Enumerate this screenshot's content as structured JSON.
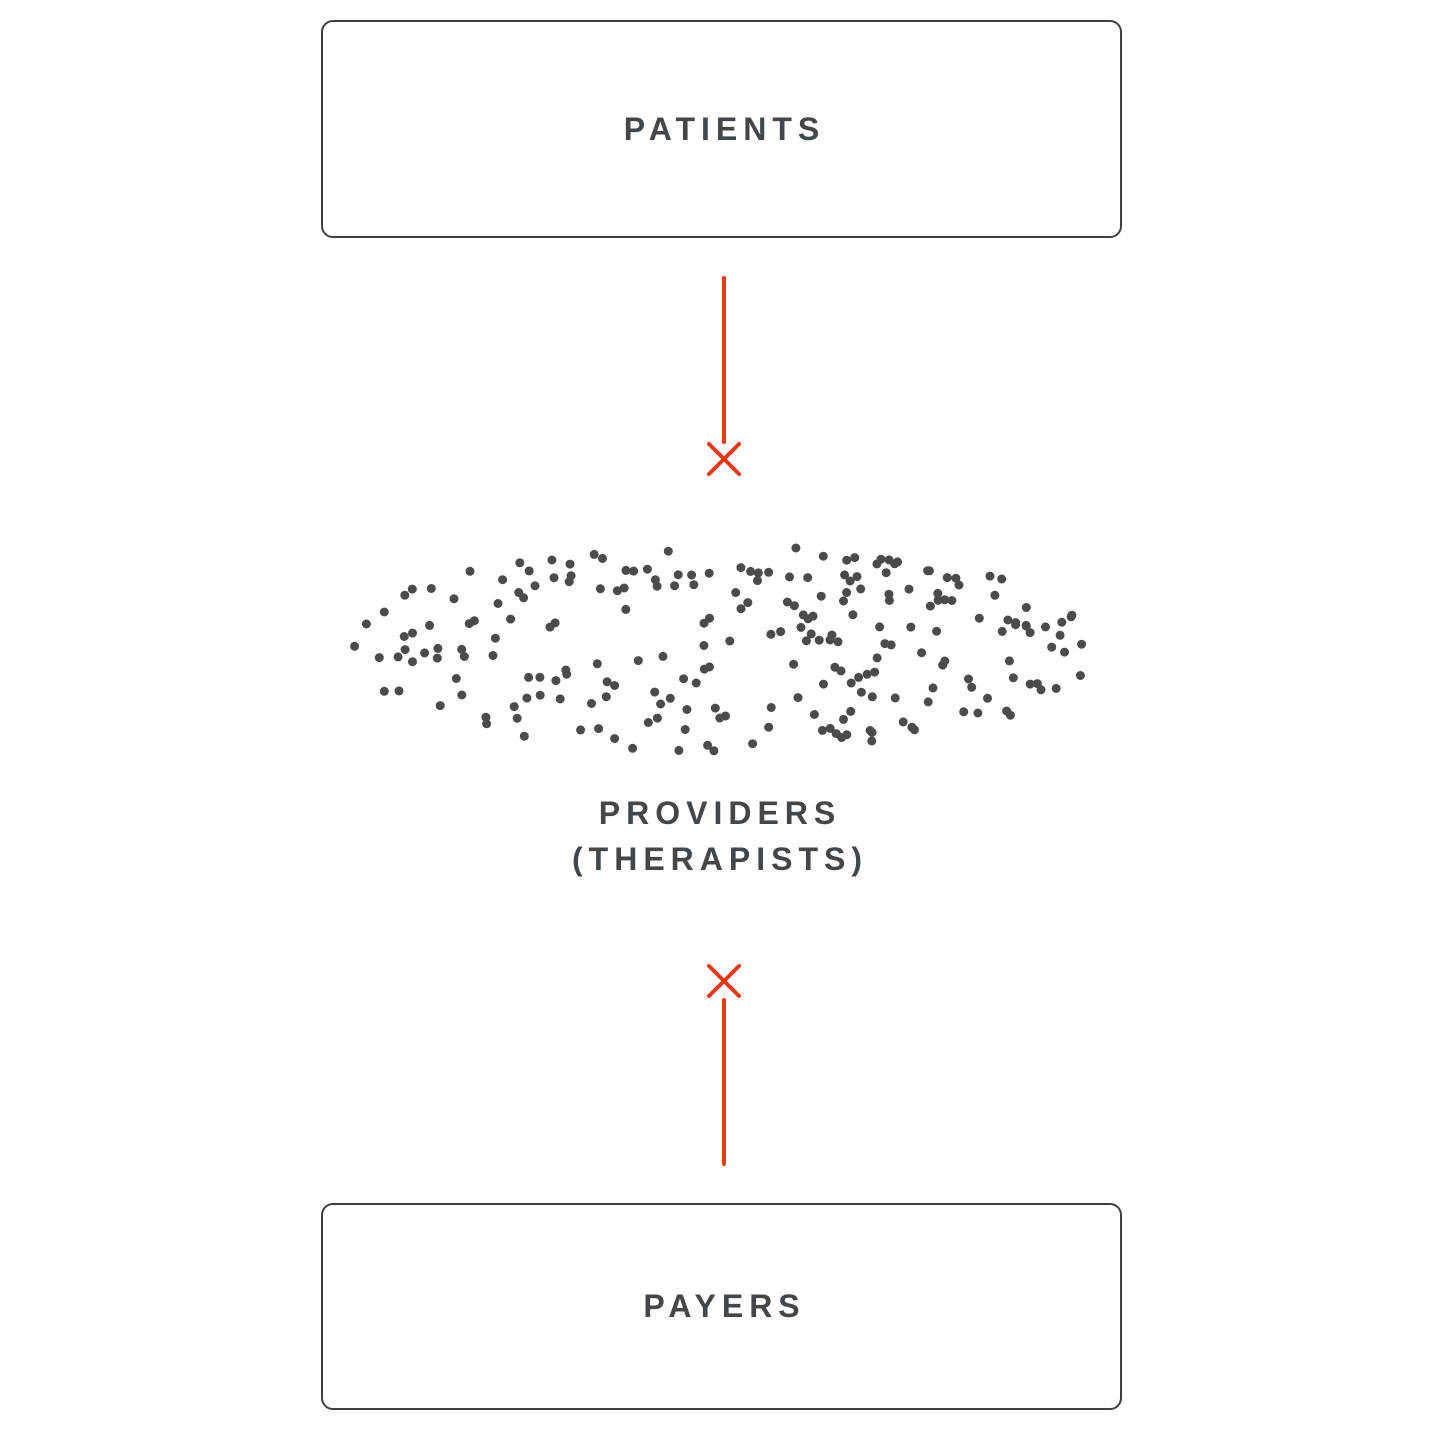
{
  "diagram": {
    "title_implicit": "Patients, Providers, Payers disconnection diagram",
    "patients_label": "PATIENTS",
    "providers_label_line1": "PROVIDERS",
    "providers_label_line2": "(THERAPISTS)",
    "payers_label": "PAYERS"
  },
  "colors": {
    "accent_red": "#e73a17",
    "dot_color": "#4b4b4d",
    "text_color": "#43474a",
    "border_color": "#3c4043"
  },
  "dot_cloud": {
    "count": 235,
    "seed": 97,
    "dot_radius": 4.5
  }
}
